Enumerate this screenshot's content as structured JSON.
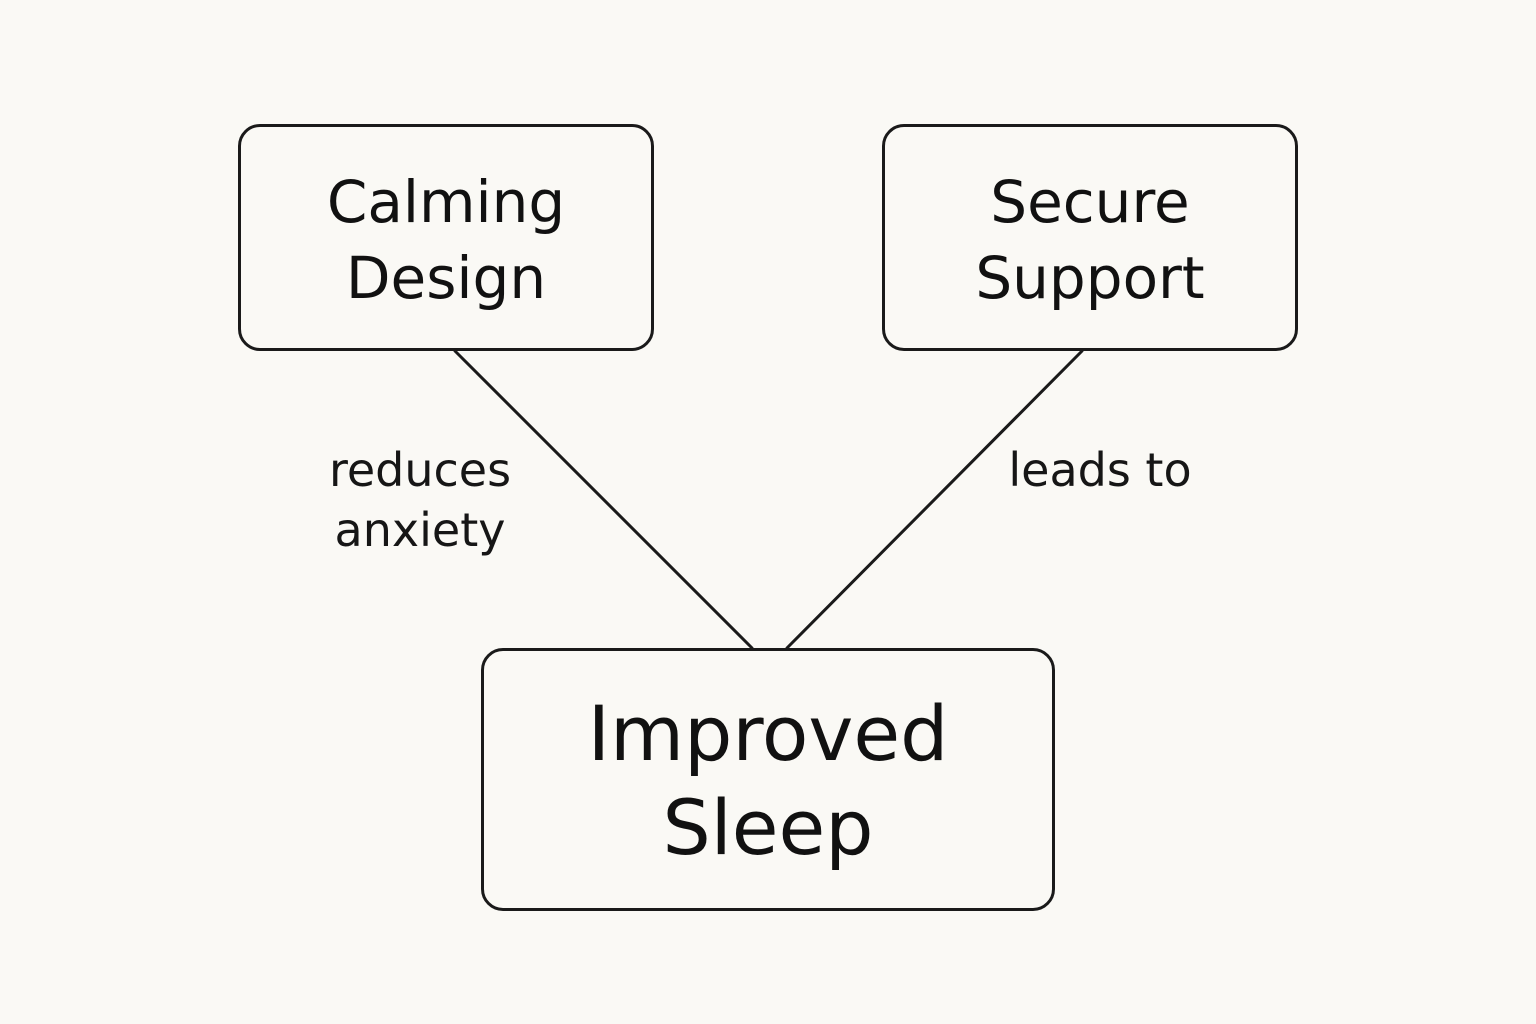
{
  "diagram": {
    "nodes": {
      "calming": {
        "lines": [
          "Calming",
          "Design"
        ]
      },
      "secure": {
        "lines": [
          "Secure",
          "Support"
        ]
      },
      "improved": {
        "lines": [
          "Improved",
          "Sleep"
        ]
      }
    },
    "edges": {
      "calming_to_improved": {
        "label_lines": [
          "reduces",
          "anxiety"
        ]
      },
      "secure_to_improved": {
        "label": "leads to"
      }
    },
    "colors": {
      "background": "#faf9f5",
      "stroke": "#1a1a1a",
      "text": "#111111"
    }
  }
}
